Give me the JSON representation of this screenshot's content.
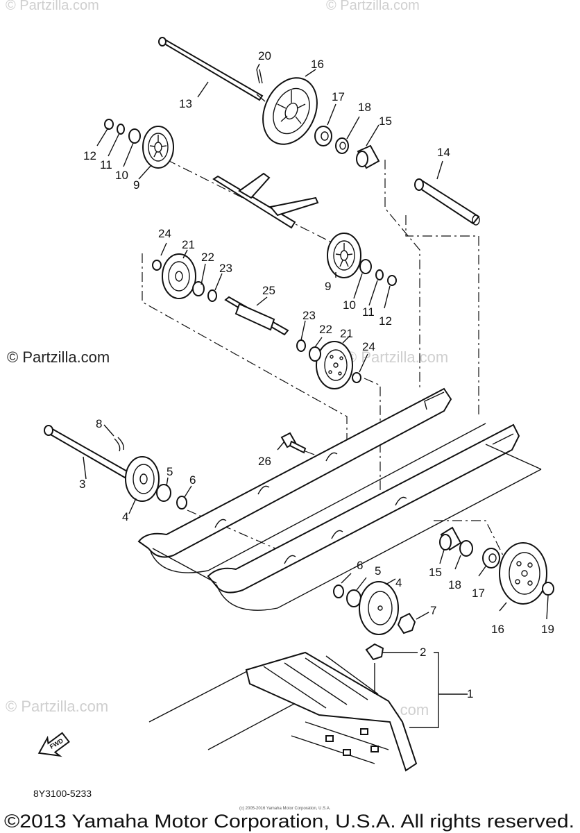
{
  "watermarks": {
    "main": "© Partzilla.com",
    "faint": "© Partzilla.com"
  },
  "callouts": [
    "1",
    "2",
    "3",
    "4",
    "4",
    "5",
    "5",
    "6",
    "6",
    "7",
    "8",
    "9",
    "9",
    "10",
    "10",
    "11",
    "11",
    "12",
    "12",
    "13",
    "14",
    "15",
    "15",
    "16",
    "16",
    "17",
    "17",
    "18",
    "18",
    "19",
    "20",
    "21",
    "21",
    "22",
    "22",
    "23",
    "23",
    "24",
    "24",
    "25",
    "26"
  ],
  "fwd_label": "FWD",
  "part_number": "8Y3100-5233",
  "fine_print": "(c) 2005-2016 Yamaha Motor Corporation, U.S.A.",
  "copyright": "©2013 Yamaha Motor Corporation, U.S.A. All rights reserved."
}
